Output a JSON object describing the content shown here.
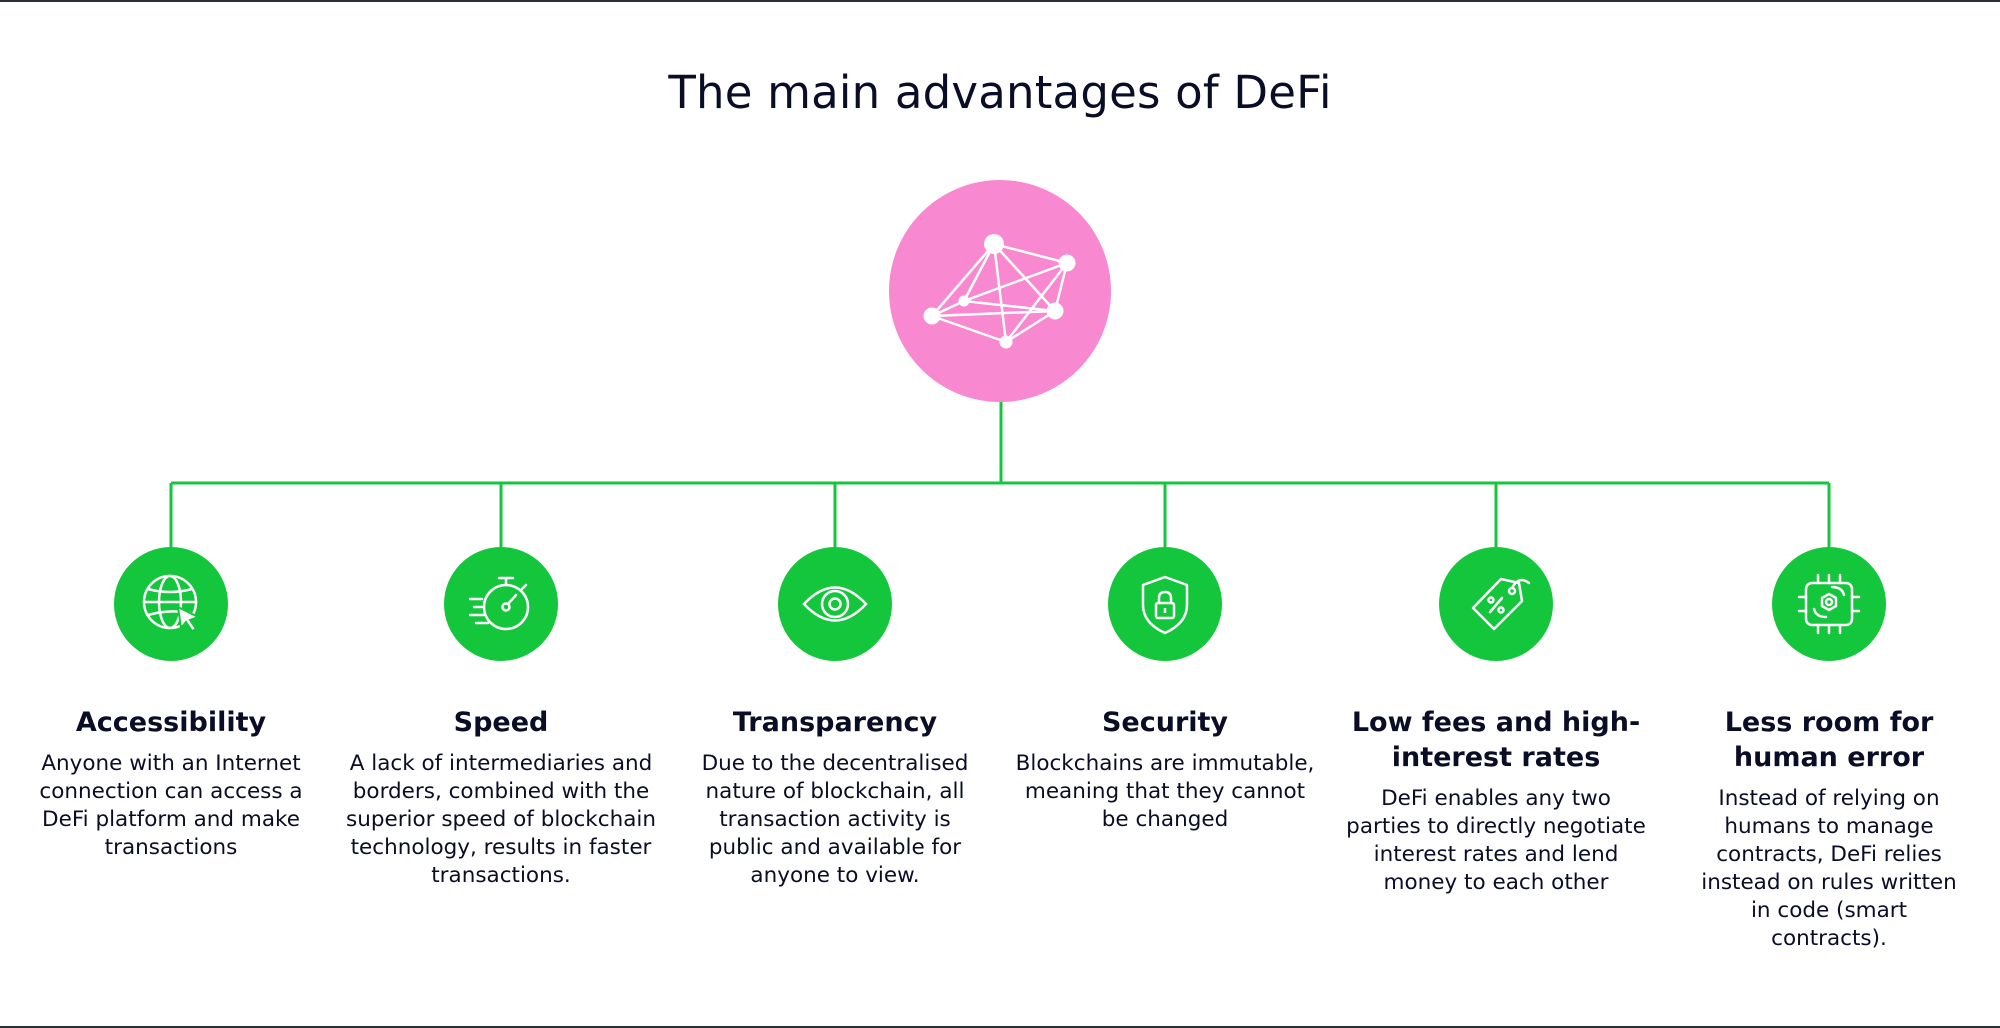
{
  "title": "The main advantages of DeFi",
  "colors": {
    "hub": "#f888cf",
    "node": "#14c63c",
    "connector": "#14c63c",
    "text": "#0a0d26"
  },
  "hub": {
    "icon": "network-graph-icon"
  },
  "items": [
    {
      "icon": "globe-cursor-icon",
      "title": "Accessibility",
      "description": "Anyone with an Internet connection can access a DeFi platform and make transactions"
    },
    {
      "icon": "stopwatch-speed-icon",
      "title": "Speed",
      "description": "A lack of intermediaries and borders, combined with the superior speed of blockchain technology, results in faster transactions."
    },
    {
      "icon": "eye-icon",
      "title": "Transparency",
      "description": "Due to the decentralised nature of blockchain, all transaction activity is public and available for anyone to view."
    },
    {
      "icon": "shield-lock-icon",
      "title": "Security",
      "description": "Blockchains are immutable, meaning that they cannot be changed"
    },
    {
      "icon": "percent-tag-icon",
      "title": "Low fees and high-interest rates",
      "description": "DeFi enables any two parties to directly negotiate interest rates and lend money to each other"
    },
    {
      "icon": "chip-gear-icon",
      "title": "Less room for human error",
      "description": "Instead of relying on humans to manage contracts, DeFi relies instead on rules written in code (smart contracts)."
    }
  ]
}
